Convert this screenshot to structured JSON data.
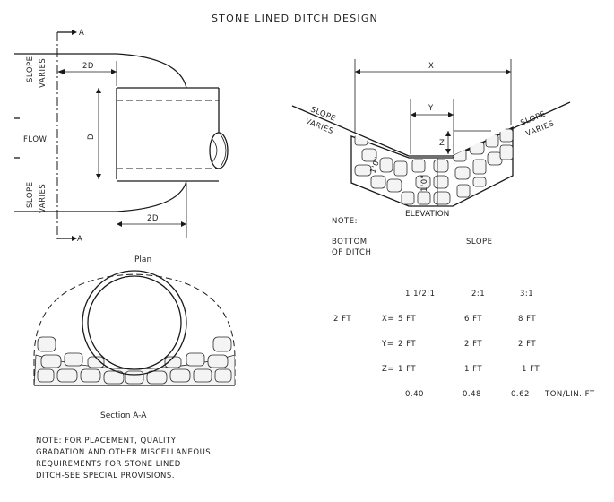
{
  "title": "STONE LINED DITCH DESIGN",
  "plan": {
    "section_marker": "A",
    "slope_label_1": "SLOPE",
    "slope_label_2": "VARIES",
    "flow": "FLOW",
    "dim_2d": "2D",
    "dim_d": "D",
    "caption": "Plan"
  },
  "elevation": {
    "x": "X",
    "y": "Y",
    "z": "Z",
    "slope_1": "SLOPE",
    "slope_2": "VARIES",
    "one_ft": "1'0\"",
    "caption": "ELEVATION"
  },
  "section": {
    "caption": "Section A-A"
  },
  "table": {
    "note": "NOTE:",
    "bottom_1": "BOTTOM",
    "bottom_2": "OF DITCH",
    "slope_header": "SLOPE",
    "columns": [
      "1 1/2:1",
      "2:1",
      "3:1"
    ],
    "bottom_width": "2 FT",
    "rows": [
      {
        "label": "X=",
        "values": [
          "5 FT",
          "6 FT",
          "8 FT"
        ]
      },
      {
        "label": "Y=",
        "values": [
          "2 FT",
          "2 FT",
          "2 FT"
        ]
      },
      {
        "label": "Z=",
        "values": [
          "1 FT",
          "1 FT",
          "1 FT"
        ]
      }
    ],
    "tonnage": [
      "0.40",
      "0.48",
      "0.62"
    ],
    "tonnage_unit": "TON/LIN. FT"
  },
  "note_lines": [
    "NOTE:  FOR PLACEMENT, QUALITY",
    "GRADATION AND OTHER MISCELLANEOUS",
    "REQUIREMENTS FOR STONE LINED",
    "DITCH-SEE SPECIAL PROVISIONS."
  ]
}
